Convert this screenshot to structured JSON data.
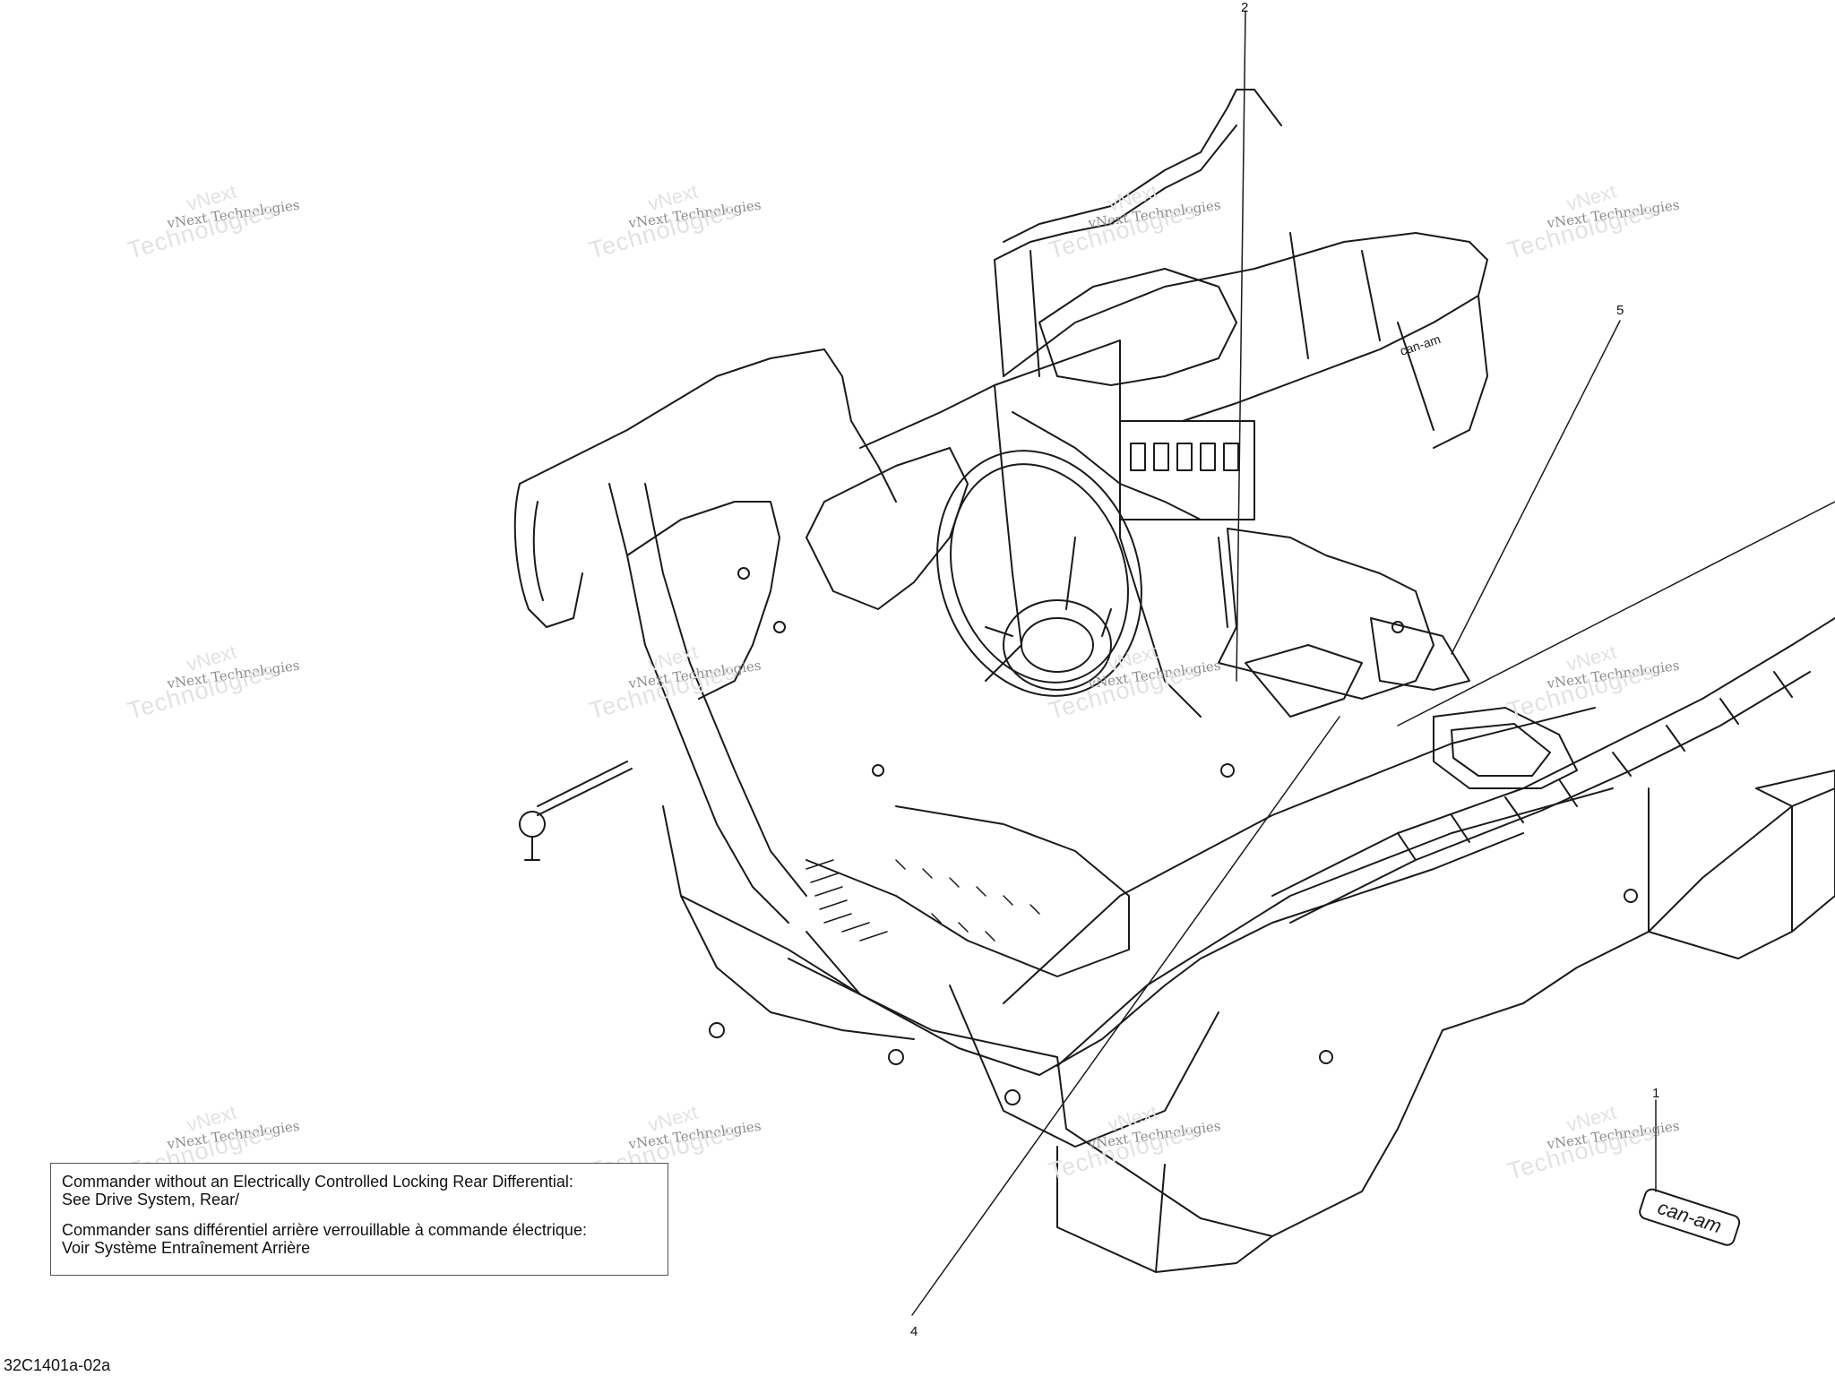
{
  "watermark": {
    "text": "vNext Technologies",
    "line1": "vNext",
    "line2": "Technologies"
  },
  "callouts": [
    "1",
    "2",
    "4",
    "5"
  ],
  "note": {
    "en_line1": "Commander without an Electrically Controlled Locking Rear Differential:",
    "en_line2": "See Drive System, Rear/",
    "fr_line1": "Commander sans différentiel arrière verrouillable à commande électrique:",
    "fr_line2": "Voir Système Entraînement Arrière"
  },
  "reference_code": "32C1401a-02a",
  "emblem_text": "can-am",
  "dash_badge_text": "can-am"
}
